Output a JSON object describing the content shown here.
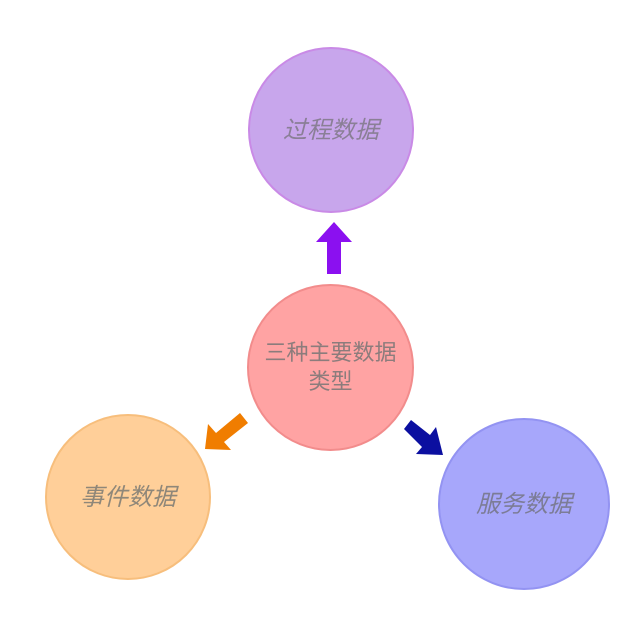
{
  "diagram": {
    "center": {
      "label": "三种主要数据类型",
      "fill": "#ffa3a3"
    },
    "top": {
      "label": "过程数据",
      "fill": "#c8a6ec"
    },
    "left": {
      "label": "事件数据",
      "fill": "#ffcf99"
    },
    "right": {
      "label": "服务数据",
      "fill": "#a7a7fb"
    },
    "arrows": {
      "to_top": {
        "color": "#8b10f0"
      },
      "to_left": {
        "color": "#f07d00"
      },
      "to_right": {
        "color": "#0b0fa0"
      }
    }
  }
}
